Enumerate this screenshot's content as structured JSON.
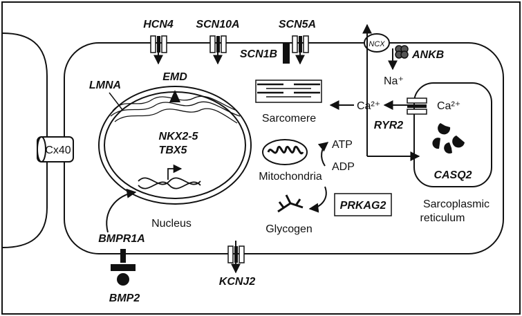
{
  "labels": {
    "hcn4": "HCN4",
    "scn10a": "SCN10A",
    "scn5a": "SCN5A",
    "scn1b": "SCN1B",
    "ncx": "NCX",
    "ankb": "ANKB",
    "na": "Na⁺",
    "lmna": "LMNA",
    "emd": "EMD",
    "nkx25": "NKX2-5",
    "tbx5": "TBX5",
    "nucleus": "Nucleus",
    "sarcomere": "Sarcomere",
    "ca_left": "Ca²⁺",
    "ca_right": "Ca²⁺",
    "ryr2": "RYR2",
    "casq2": "CASQ2",
    "sr_line1": "Sarcoplasmic",
    "sr_line2": "reticulum",
    "atp": "ATP",
    "adp": "ADP",
    "mitochondria": "Mitochondria",
    "prkag2": "PRKAG2",
    "glycogen": "Glycogen",
    "cx40": "Cx40",
    "bmpr1a": "BMPR1A",
    "bmp2": "BMP2",
    "kcnj2": "KCNJ2"
  }
}
